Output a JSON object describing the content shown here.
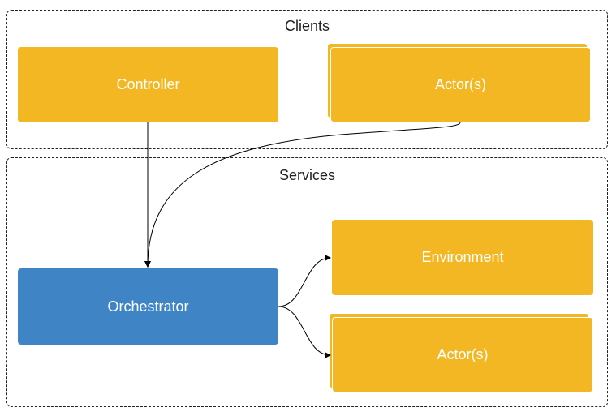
{
  "colors": {
    "component": "#F3B723",
    "orchestrator": "#3F85C6",
    "text_on_box": "#FFFFFF",
    "edge": "#000000"
  },
  "groups": {
    "clients": {
      "title": "Clients",
      "controller_label": "Controller",
      "actors_label": "Actor(s)"
    },
    "services": {
      "title": "Services",
      "orchestrator_label": "Orchestrator",
      "environment_label": "Environment",
      "actors_label": "Actor(s)"
    }
  },
  "edges": [
    {
      "from": "Controller",
      "to": "Orchestrator"
    },
    {
      "from": "Actor(s) (client)",
      "to": "Orchestrator"
    },
    {
      "from": "Orchestrator",
      "to": "Environment"
    },
    {
      "from": "Orchestrator",
      "to": "Actor(s) (service)"
    }
  ]
}
